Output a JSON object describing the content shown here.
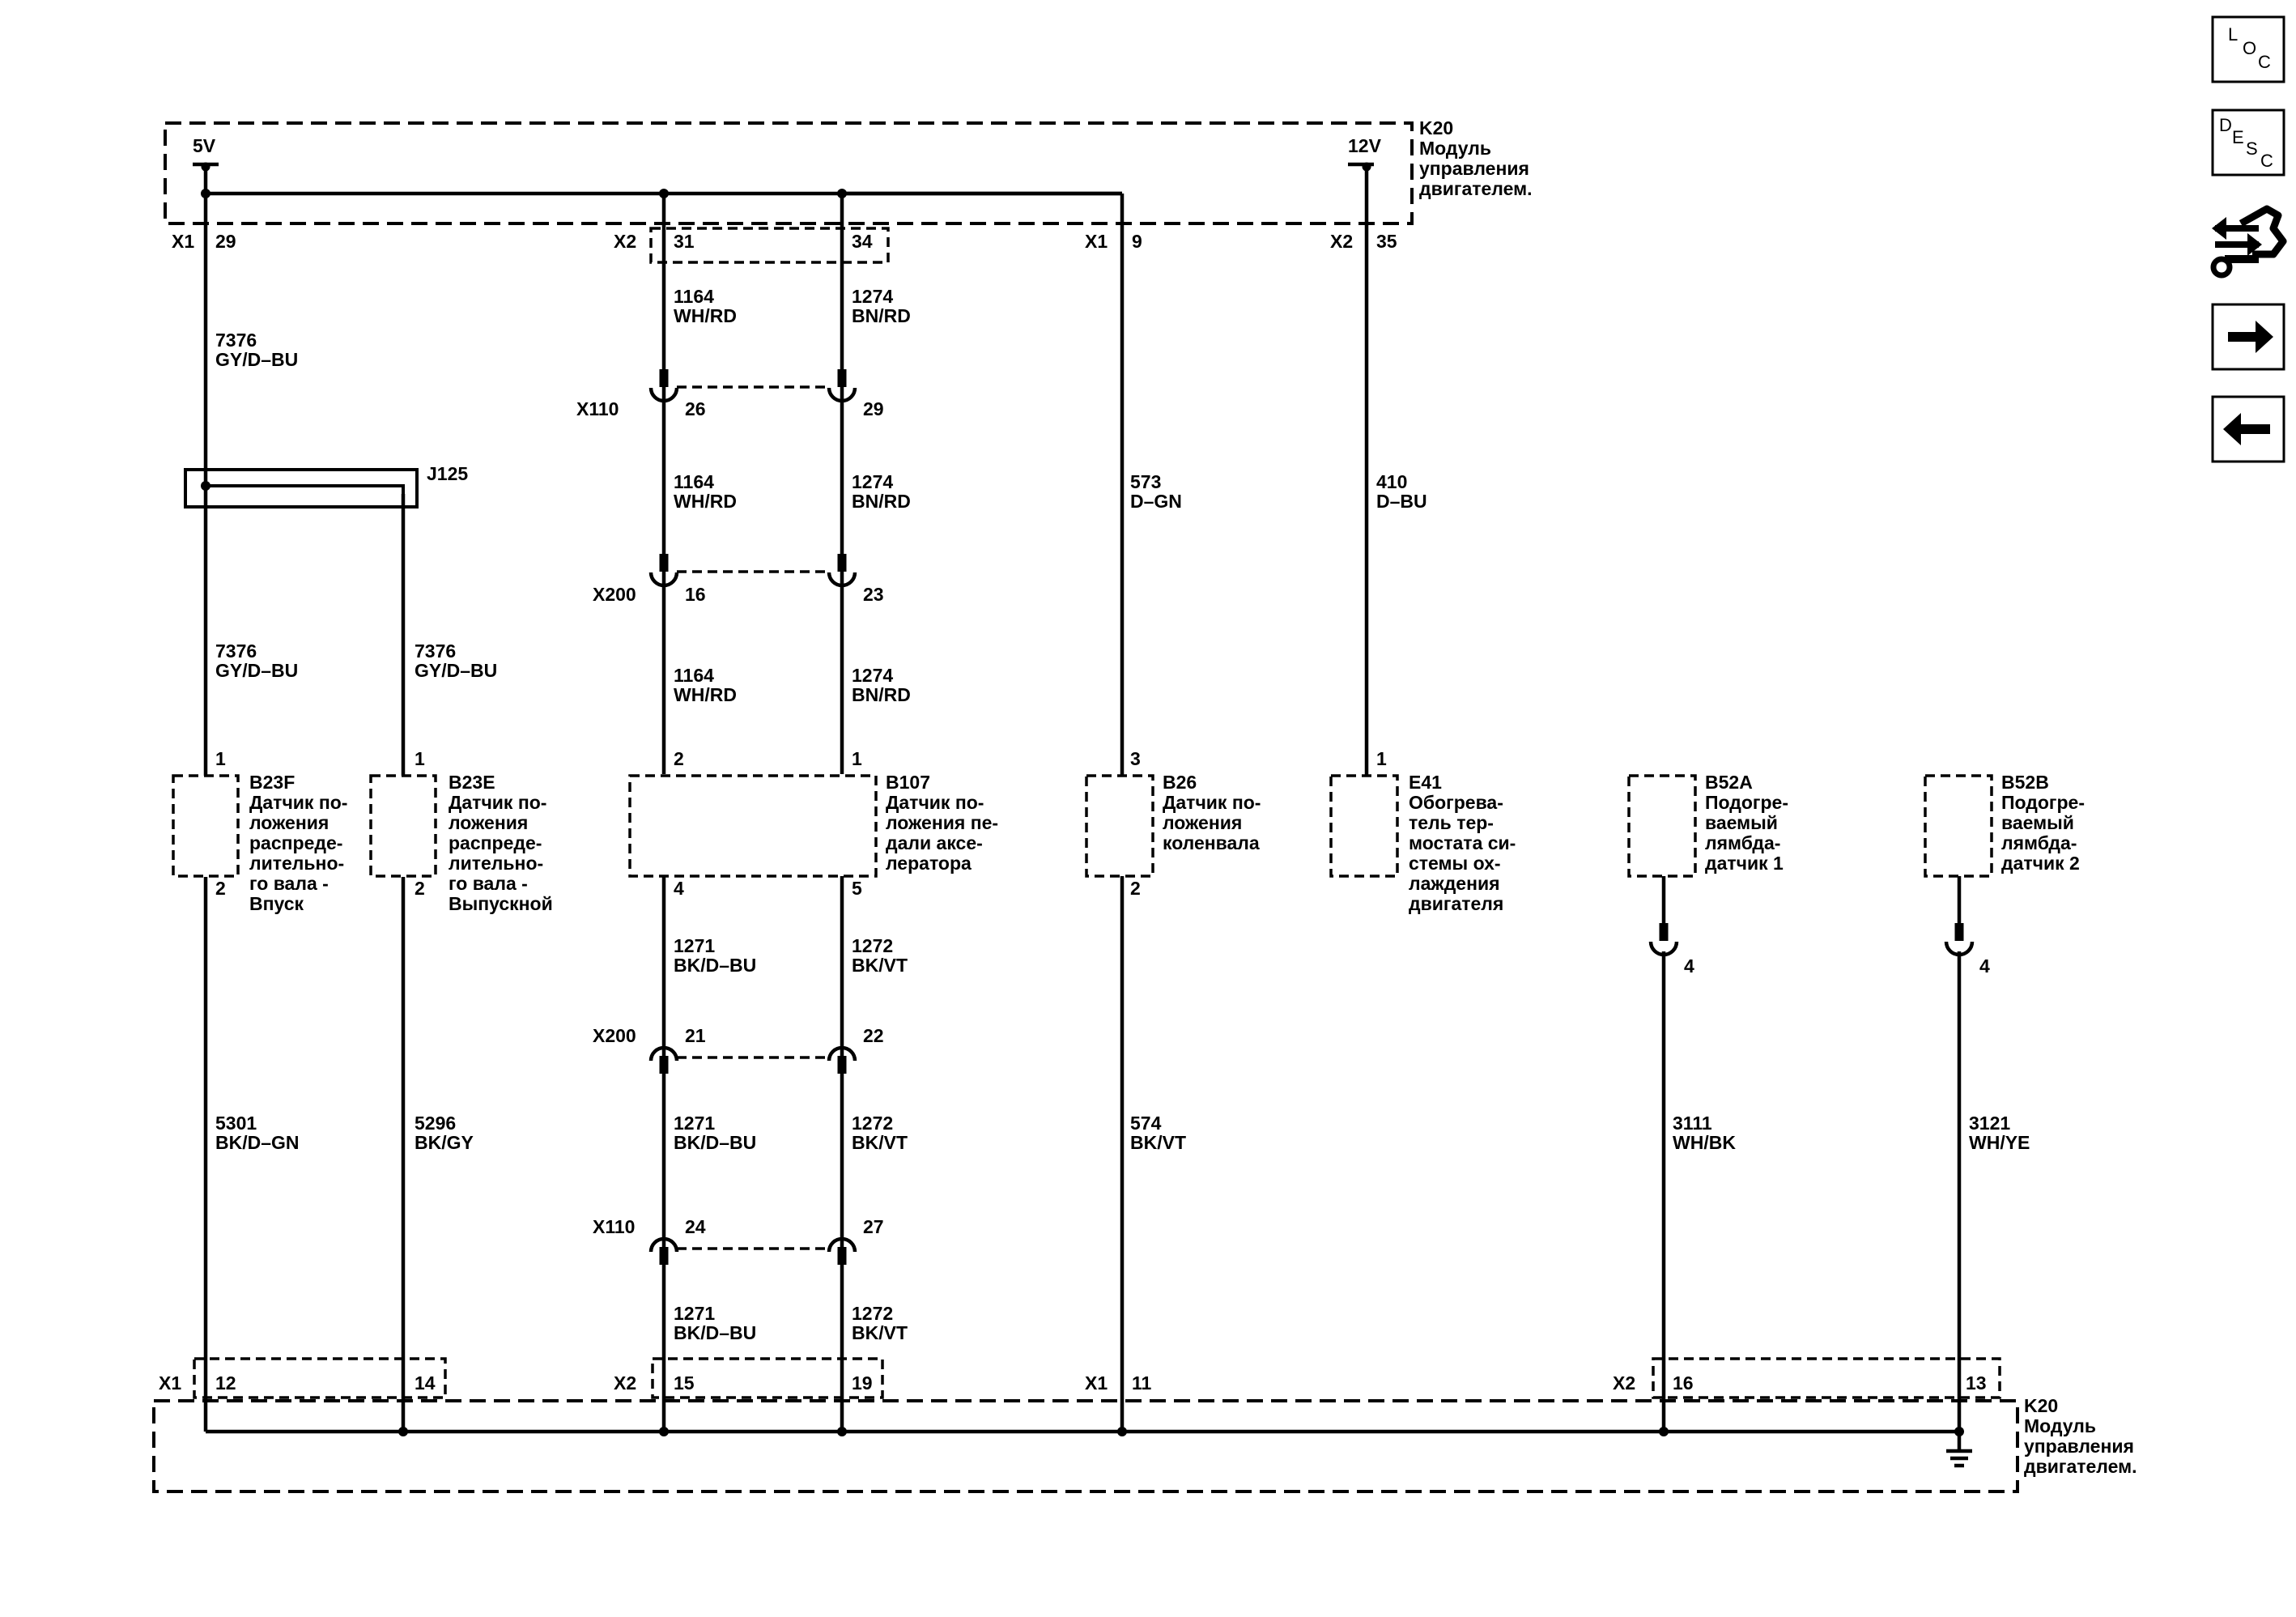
{
  "module": {
    "top_id": "K20",
    "top_name": [
      "Модуль",
      "управления",
      "двигателем."
    ],
    "bottom_id": "K20",
    "bottom_name": [
      "Модуль",
      "управления",
      "двигателем."
    ],
    "v5": "5V",
    "v12": "12V"
  },
  "top_pins": [
    {
      "conn": "X1",
      "pin": "29"
    },
    {
      "conn": "X2",
      "pin": "31"
    },
    {
      "pin": "34"
    },
    {
      "conn": "X1",
      "pin": "9"
    },
    {
      "conn": "X2",
      "pin": "35"
    }
  ],
  "bottom_pins": [
    {
      "conn": "X1",
      "pin": "12"
    },
    {
      "pin": "14"
    },
    {
      "conn": "X2",
      "pin": "15"
    },
    {
      "pin": "19"
    },
    {
      "conn": "X1",
      "pin": "11"
    },
    {
      "conn": "X2",
      "pin": "16"
    },
    {
      "pin": "13"
    }
  ],
  "splice": {
    "id": "J125"
  },
  "wire_labels": [
    [
      "7376",
      "GY/D–BU"
    ],
    [
      "1164",
      "WH/RD"
    ],
    [
      "1274",
      "BN/RD"
    ],
    [
      "1164",
      "WH/RD"
    ],
    [
      "1274",
      "BN/RD"
    ],
    [
      "573",
      "D–GN"
    ],
    [
      "410",
      "D–BU"
    ],
    [
      "7376",
      "GY/D–BU"
    ],
    [
      "7376",
      "GY/D–BU"
    ],
    [
      "1164",
      "WH/RD"
    ],
    [
      "1274",
      "BN/RD"
    ],
    [
      "1271",
      "BK/D–BU"
    ],
    [
      "1272",
      "BK/VT"
    ],
    [
      "1271",
      "BK/D–BU"
    ],
    [
      "1272",
      "BK/VT"
    ],
    [
      "1271",
      "BK/D–BU"
    ],
    [
      "1272",
      "BK/VT"
    ],
    [
      "5301",
      "BK/D–GN"
    ],
    [
      "5296",
      "BK/GY"
    ],
    [
      "574",
      "BK/VT"
    ],
    [
      "3111",
      "WH/BK"
    ],
    [
      "3121",
      "WH/YE"
    ]
  ],
  "connectors": [
    {
      "name": "X110",
      "pins": [
        "26",
        "29"
      ]
    },
    {
      "name": "X200",
      "pins": [
        "16",
        "23"
      ]
    },
    {
      "name": "X200",
      "pins": [
        "21",
        "22"
      ]
    },
    {
      "name": "X110",
      "pins": [
        "24",
        "27"
      ]
    },
    {
      "pins": [
        "4"
      ]
    },
    {
      "pins": [
        "4"
      ]
    }
  ],
  "components": [
    {
      "id": "B23F",
      "desc": [
        "Датчик по-",
        "ложения",
        "распреде-",
        "лительно-",
        "го вала -",
        "Впуск"
      ],
      "pin_top": "1",
      "pin_bottom": "2"
    },
    {
      "id": "B23E",
      "desc": [
        "Датчик по-",
        "ложения",
        "распреде-",
        "лительно-",
        "го вала -",
        "Выпускной"
      ],
      "pin_top": "1",
      "pin_bottom": "2"
    },
    {
      "id": "B107",
      "desc": [
        "Датчик по-",
        "ложения пе-",
        "дали аксе-",
        "лератора"
      ],
      "pin_top_a": "2",
      "pin_top_b": "1",
      "pin_bottom_a": "4",
      "pin_bottom_b": "5"
    },
    {
      "id": "B26",
      "desc": [
        "Датчик по-",
        "ложения",
        "коленвала"
      ],
      "pin_top": "3",
      "pin_bottom": "2"
    },
    {
      "id": "E41",
      "desc": [
        "Обогрева-",
        "тель тер-",
        "мостата си-",
        "стемы ох-",
        "лаждения",
        "двигателя"
      ],
      "pin_top": "1"
    },
    {
      "id": "B52A",
      "desc": [
        "Подогре-",
        "ваемый",
        "лямбда-",
        "датчик 1"
      ]
    },
    {
      "id": "B52B",
      "desc": [
        "Подогре-",
        "ваемый",
        "лямбда-",
        "датчик 2"
      ]
    }
  ],
  "nav": {
    "loc": [
      "L",
      "O",
      "C"
    ],
    "desc": [
      "D",
      "E",
      "S",
      "C"
    ],
    "icons": [
      "connector-tool-icon",
      "arrow-right-icon",
      "arrow-left-icon"
    ]
  }
}
